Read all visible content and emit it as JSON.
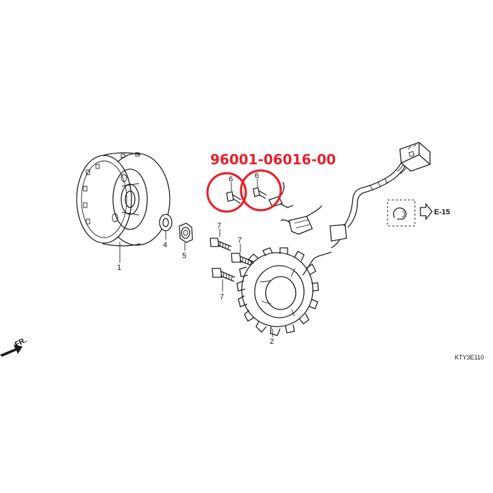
{
  "part_number_overlay": "96001-06016-00",
  "callouts": [
    {
      "id": "1",
      "text": "1"
    },
    {
      "id": "2",
      "text": "2"
    },
    {
      "id": "4",
      "text": "4"
    },
    {
      "id": "5",
      "text": "5"
    },
    {
      "id": "6a",
      "text": "6"
    },
    {
      "id": "6b",
      "text": "6"
    },
    {
      "id": "7a",
      "text": "7"
    },
    {
      "id": "7b",
      "text": "7"
    },
    {
      "id": "7c",
      "text": "7"
    }
  ],
  "reference": {
    "arrow_text": "E-15"
  },
  "direction_label": "FR.",
  "diagram_code": "KTY3E110",
  "colors": {
    "highlight": "#e8202a",
    "line": "#1a1a1a",
    "background": "#ffffff"
  }
}
